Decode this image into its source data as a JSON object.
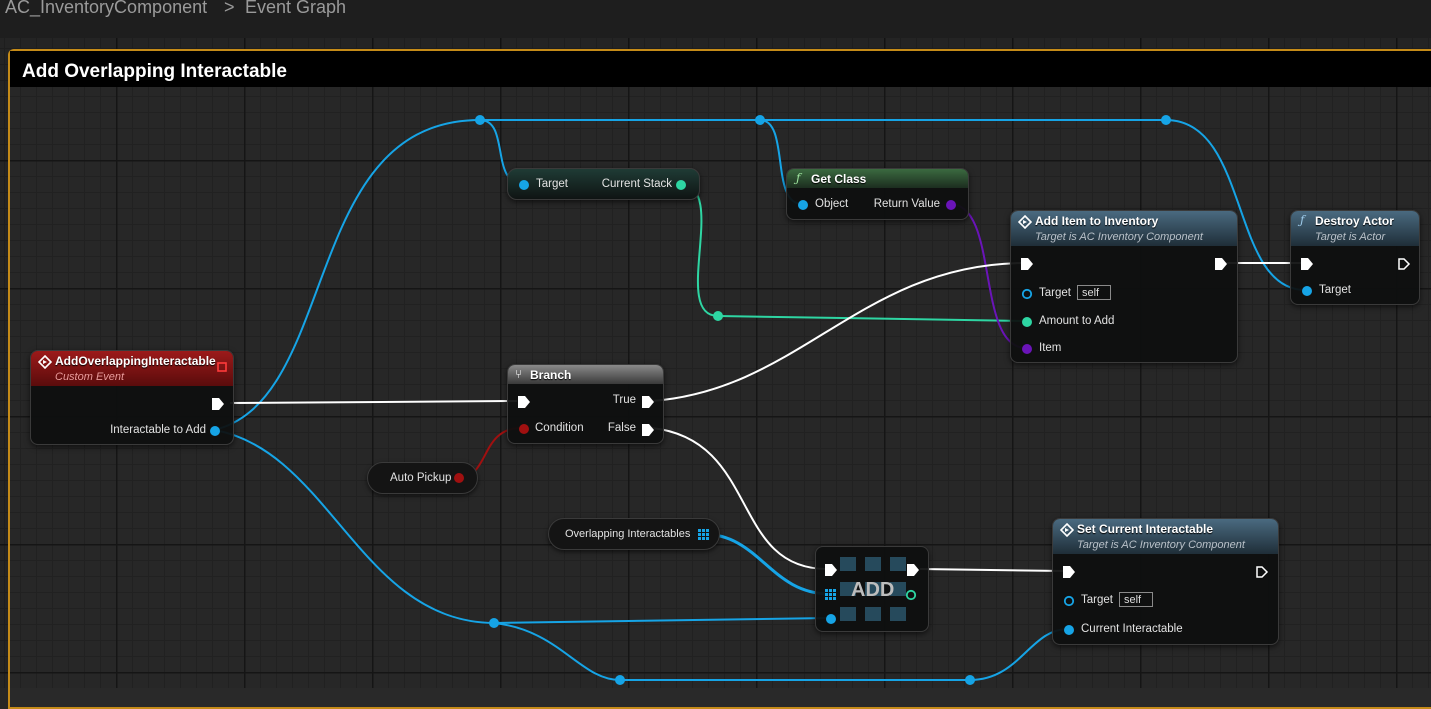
{
  "breadcrumb": {
    "component": "AC_InventoryComponent",
    "separator": ">",
    "graph": "Event Graph"
  },
  "comment": {
    "title": "Add Overlapping Interactable"
  },
  "nodes": {
    "custom_event": {
      "title": "AddOverlappingInteractable",
      "subtitle": "Custom Event",
      "pin_interactable": "Interactable to Add"
    },
    "get_stack": {
      "pin_target": "Target",
      "pin_current_stack": "Current Stack"
    },
    "get_class": {
      "title": "Get Class",
      "pin_object": "Object",
      "pin_return": "Return Value"
    },
    "add_item": {
      "title": "Add Item to Inventory",
      "subtitle": "Target is AC Inventory Component",
      "pin_target": "Target",
      "target_value": "self",
      "pin_amount": "Amount to Add",
      "pin_item": "Item"
    },
    "destroy_actor": {
      "title": "Destroy Actor",
      "subtitle": "Target is Actor",
      "pin_target": "Target"
    },
    "branch": {
      "title": "Branch",
      "pin_condition": "Condition",
      "pin_true": "True",
      "pin_false": "False"
    },
    "auto_pickup": {
      "label": "Auto Pickup"
    },
    "overlapping": {
      "label": "Overlapping Interactables"
    },
    "array_add": {
      "label": "ADD"
    },
    "set_current": {
      "title": "Set Current Interactable",
      "subtitle": "Target is AC Inventory Component",
      "pin_target": "Target",
      "target_value": "self",
      "pin_current": "Current Interactable"
    }
  },
  "colors": {
    "object_pin": "#16a4e6",
    "exec_pin": "#ffffff",
    "int_pin": "#2ed6a3",
    "bool_pin": "#a01010",
    "class_pin": "#6a14b8",
    "event_header": "#8a1313",
    "function_header": "#3e6070",
    "pure_header": "#2b6a3a",
    "comment_border": "#c58b18"
  },
  "icons": {
    "event": "diamond-arrow-icon",
    "function": "f-icon",
    "branch": "branch-icon",
    "exec": "exec-arrow-icon",
    "array": "grid-icon",
    "delegate": "red-square-icon"
  }
}
